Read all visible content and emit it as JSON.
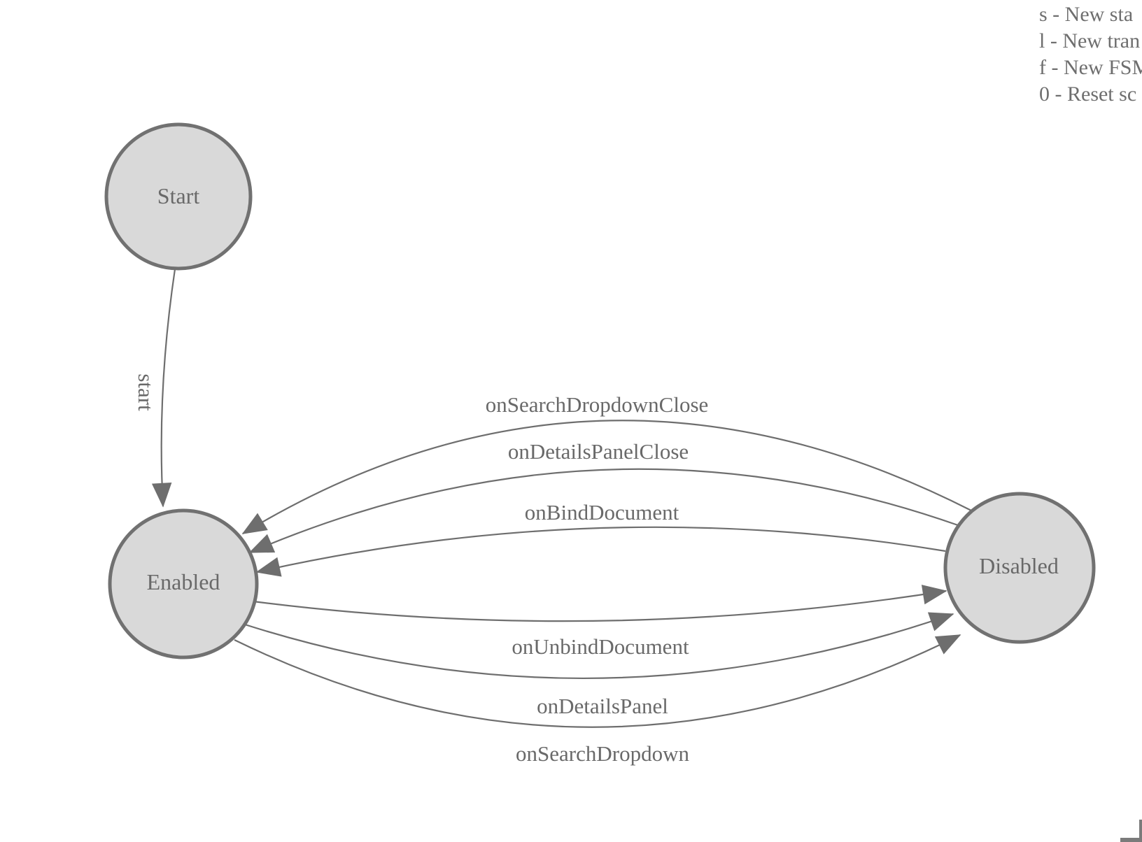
{
  "diagram": {
    "type": "finite-state-machine",
    "nodes": [
      {
        "id": "start",
        "label": "Start"
      },
      {
        "id": "enabled",
        "label": "Enabled"
      },
      {
        "id": "disabled",
        "label": "Disabled"
      }
    ],
    "edges": [
      {
        "from": "Start",
        "to": "Enabled",
        "label": "start"
      },
      {
        "from": "Disabled",
        "to": "Enabled",
        "label": "onSearchDropdownClose"
      },
      {
        "from": "Disabled",
        "to": "Enabled",
        "label": "onDetailsPanelClose"
      },
      {
        "from": "Disabled",
        "to": "Enabled",
        "label": "onBindDocument"
      },
      {
        "from": "Enabled",
        "to": "Disabled",
        "label": "onUnbindDocument"
      },
      {
        "from": "Enabled",
        "to": "Disabled",
        "label": "onDetailsPanel"
      },
      {
        "from": "Enabled",
        "to": "Disabled",
        "label": "onSearchDropdown"
      }
    ]
  },
  "legend": {
    "lines": [
      "s - New sta",
      "l - New tran",
      "f - New FSM",
      "0 - Reset sc"
    ]
  },
  "colors": {
    "canvas_bg": "#ffffff",
    "node_fill": "#d9d9d9",
    "node_stroke": "#717171",
    "edge_stroke": "#6e6e6e",
    "label_text": "#696969",
    "legend_text": "#6e6e6e",
    "corner_color": "#7b7b7b"
  }
}
